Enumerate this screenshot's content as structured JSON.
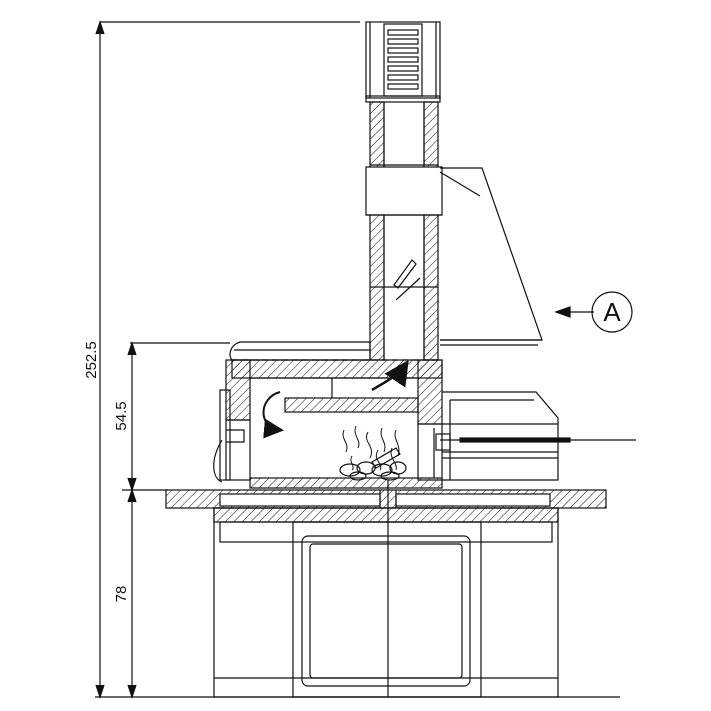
{
  "dimensions": {
    "total_height": "252.5",
    "upper_height": "54.5",
    "base_height": "78"
  },
  "callout": {
    "label": "A"
  },
  "colors": {
    "line": "#111111",
    "fill": "#ffffff"
  }
}
